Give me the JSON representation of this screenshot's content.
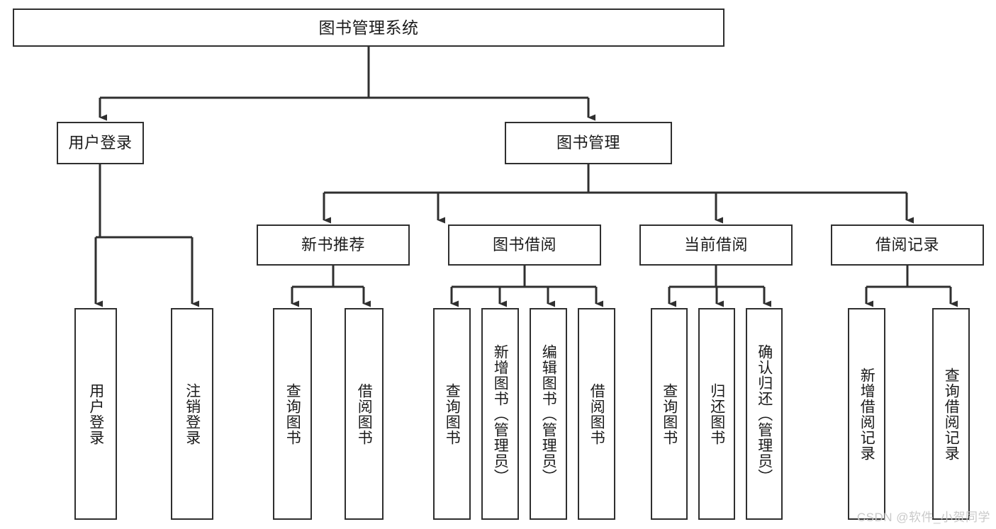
{
  "diagram": {
    "title": "图书管理系统",
    "type": "tree-hierarchy",
    "watermark": "CSDN @软件_小贺同学",
    "colors": {
      "background": "#ffffff",
      "box_border": "#2f2f2f",
      "box_fill": "#ffffff",
      "connector": "#2f2f2f",
      "text": "#1b1b1b",
      "watermark": "#c9c9c9"
    },
    "nodes": {
      "root": {
        "label": "图书管理系统"
      },
      "level2": [
        {
          "id": "user-login",
          "label": "用户登录"
        },
        {
          "id": "book-manage",
          "label": "图书管理"
        }
      ],
      "level3": [
        {
          "id": "new-book-recommend",
          "label": "新书推荐"
        },
        {
          "id": "book-borrow",
          "label": "图书借阅"
        },
        {
          "id": "current-borrow",
          "label": "当前借阅"
        },
        {
          "id": "borrow-record",
          "label": "借阅记录"
        }
      ],
      "leaves": {
        "user_login": [
          {
            "id": "leaf-user-login",
            "label": "用户登录"
          },
          {
            "id": "leaf-user-logout",
            "label": "注销登录"
          }
        ],
        "new_book_recommend": [
          {
            "id": "leaf-query-book-1",
            "label": "查询图书"
          },
          {
            "id": "leaf-borrow-book-1",
            "label": "借阅图书"
          }
        ],
        "book_borrow": [
          {
            "id": "leaf-query-book-2",
            "label": "查询图书"
          },
          {
            "id": "leaf-add-book",
            "label": "新增图书（管理员）"
          },
          {
            "id": "leaf-edit-book",
            "label": "编辑图书（管理员）"
          },
          {
            "id": "leaf-borrow-book-2",
            "label": "借阅图书"
          }
        ],
        "current_borrow": [
          {
            "id": "leaf-query-book-3",
            "label": "查询图书"
          },
          {
            "id": "leaf-return-book",
            "label": "归还图书"
          },
          {
            "id": "leaf-confirm-return",
            "label": "确认归还（管理员）"
          }
        ],
        "borrow_record": [
          {
            "id": "leaf-add-record",
            "label": "新增借阅记录"
          },
          {
            "id": "leaf-query-record",
            "label": "查询借阅记录"
          }
        ]
      }
    }
  }
}
